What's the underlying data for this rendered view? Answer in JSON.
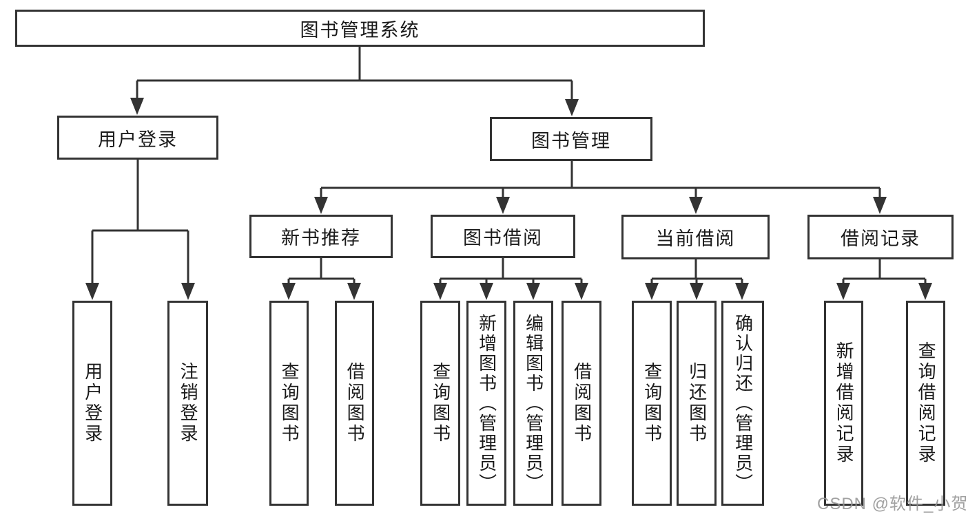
{
  "diagram_title": "图书管理系统",
  "nodes": {
    "root": {
      "label": "图书管理系统"
    },
    "user_login": {
      "label": "用户登录"
    },
    "book_mgmt": {
      "label": "图书管理"
    },
    "new_book_rec": {
      "label": "新书推荐"
    },
    "book_borrow": {
      "label": "图书借阅"
    },
    "current_borrow": {
      "label": "当前借阅"
    },
    "borrow_records": {
      "label": "借阅记录"
    },
    "leaf_user_login": {
      "label": "用户登录"
    },
    "leaf_logout": {
      "label": "注销登录"
    },
    "leaf_nbr_query": {
      "label": "查询图书"
    },
    "leaf_nbr_borrow": {
      "label": "借阅图书"
    },
    "leaf_bb_query": {
      "label": "查询图书"
    },
    "leaf_bb_add": {
      "label": "新增图书（管理员）"
    },
    "leaf_bb_edit": {
      "label": "编辑图书（管理员）"
    },
    "leaf_bb_borrow": {
      "label": "借阅图书"
    },
    "leaf_cb_query": {
      "label": "查询图书"
    },
    "leaf_cb_return": {
      "label": "归还图书"
    },
    "leaf_cb_confirm": {
      "label": "确认归还（管理员）"
    },
    "leaf_br_add": {
      "label": "新增借阅记录"
    },
    "leaf_br_query": {
      "label": "查询借阅记录"
    }
  },
  "watermark": {
    "text": "CSDN @软件_小贺同学"
  },
  "colors": {
    "line": "#333333",
    "box_border": "#333333",
    "text": "#1a1a1a",
    "watermark": "#949494",
    "background": "#ffffff"
  }
}
